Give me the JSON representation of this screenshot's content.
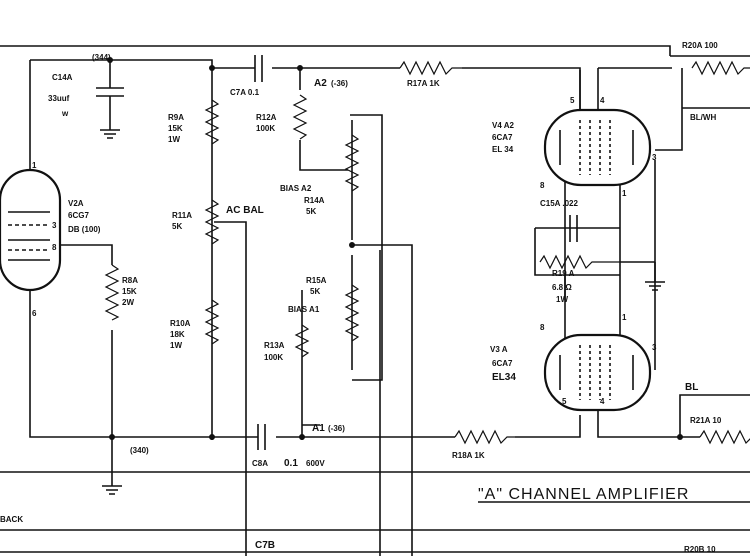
{
  "schematic": {
    "title": "\"A\" CHANNEL AMPLIFIER",
    "left_labels": [
      "BACK"
    ],
    "nodes": {
      "supply_344": "(344)",
      "supply_340": "(340)",
      "bias_a2_v": "(-36)",
      "bias_a1_v": "(-36)"
    },
    "components": {
      "c14a": [
        "C14A",
        "33uuf",
        "w"
      ],
      "v2a": [
        "V2A",
        "6CG7",
        "DB (100)"
      ],
      "r8a": [
        "R8A",
        "15K",
        "2W"
      ],
      "r9a": [
        "R9A",
        "15K",
        "1W"
      ],
      "r11a": [
        "R11A",
        "5K"
      ],
      "ac_bal": "AC BAL",
      "r10a": [
        "R10A",
        "18K",
        "1W"
      ],
      "c7a": "C7A  0.1",
      "r12a": [
        "R12A",
        "100K"
      ],
      "a2_node": "A2",
      "r17a": "R17A  1K",
      "bias_a2": [
        "BIAS A2",
        "R14A",
        "5K"
      ],
      "r15a": [
        "R15A",
        "5K"
      ],
      "bias_a1": "BIAS A1",
      "r13a": [
        "R13A",
        "100K"
      ],
      "a1_node": "A1",
      "c8a": "C8A",
      "c8a_val": "0.1",
      "c8a_volt": "600V",
      "r18a": "R18A  1K",
      "v4a": [
        "V4 A2",
        "6CA7",
        "EL 34"
      ],
      "c15a": "C15A .022",
      "r19a": [
        "R19 A",
        "6.8 Ω",
        "1W"
      ],
      "v3a": [
        "V3 A",
        "6CA7",
        "EL34"
      ],
      "r20a": "R20A 100",
      "r21a": "R21A 10",
      "r20b": "R20B 10",
      "bl_wh": "BL/WH",
      "bl": "BL",
      "c7b": "C7B"
    },
    "pins": [
      "1",
      "3",
      "8",
      "6",
      "5",
      "4",
      "3",
      "8",
      "1",
      "8",
      "1",
      "3",
      "5",
      "4"
    ]
  }
}
